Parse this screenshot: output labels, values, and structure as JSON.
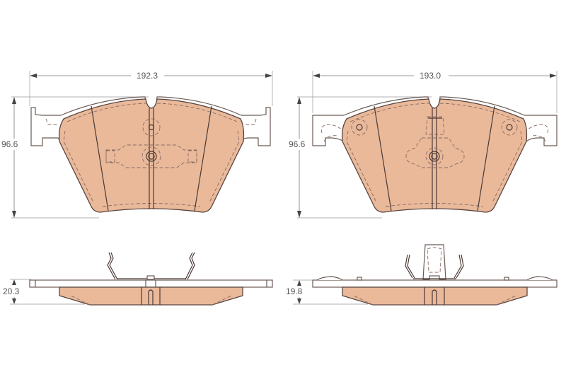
{
  "diagram": {
    "type": "technical-drawing",
    "subject": "brake pad set",
    "colors": {
      "friction_material": "#e9b99a",
      "outline": "#5a4540",
      "dimension_line": "#777777",
      "background": "#ffffff"
    },
    "pads": [
      {
        "id": "left-pad",
        "front_view": {
          "width_label": "192.3",
          "height_label": "96.6"
        },
        "side_view": {
          "thickness_label": "20.3",
          "accessory": "spring clip"
        }
      },
      {
        "id": "right-pad",
        "front_view": {
          "width_label": "193.0",
          "height_label": "96.6"
        },
        "side_view": {
          "thickness_label": "19.8",
          "accessory": "wear sensor with spring clip"
        }
      }
    ]
  }
}
